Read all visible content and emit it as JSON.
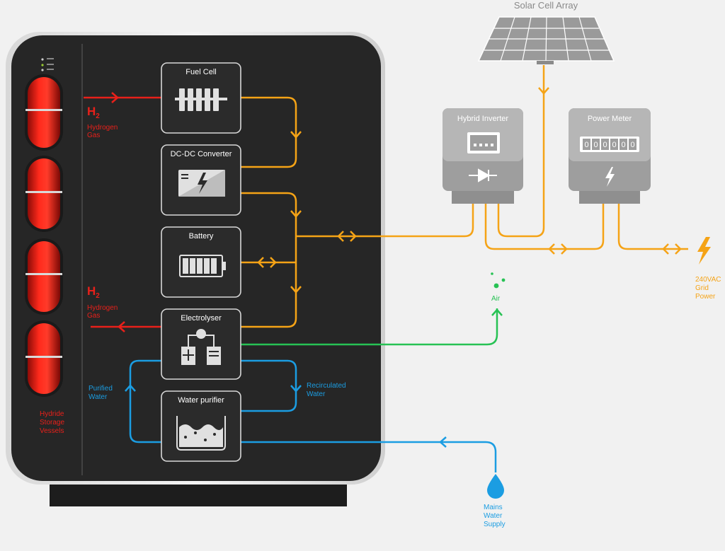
{
  "solar": {
    "label": "Solar Cell Array"
  },
  "components": [
    {
      "label": "Fuel Cell"
    },
    {
      "label": "DC-DC Converter"
    },
    {
      "label": "Battery"
    },
    {
      "label": "Electrolyser"
    },
    {
      "label": "Water purifier"
    }
  ],
  "inverter": {
    "label": "Hybrid Inverter"
  },
  "meter": {
    "label": "Power Meter",
    "digits": [
      "0",
      "0",
      "0",
      "0",
      "0",
      "0"
    ]
  },
  "labels": {
    "h2_top": {
      "symbol": "H",
      "sub": "2",
      "line1": "Hydrogen",
      "line2": "Gas"
    },
    "h2_bottom": {
      "symbol": "H",
      "sub": "2",
      "line1": "Hydrogen",
      "line2": "Gas"
    },
    "storage": {
      "line1": "Hydride",
      "line2": "Storage",
      "line3": "Vessels"
    },
    "purified": {
      "line1": "Purified",
      "line2": "Water"
    },
    "recirculated": {
      "line1": "Recirculated",
      "line2": "Water"
    },
    "air": "Air",
    "mains": {
      "line1": "Mains",
      "line2": "Water",
      "line3": "Supply"
    },
    "grid": {
      "line1": "240VAC",
      "line2": "Grid",
      "line3": "Power"
    }
  },
  "colors": {
    "hydrogen": "#e8201a",
    "power": "#f5a316",
    "water": "#1b9de2",
    "air": "#27c254",
    "cabinet": "#2a2a2a"
  }
}
